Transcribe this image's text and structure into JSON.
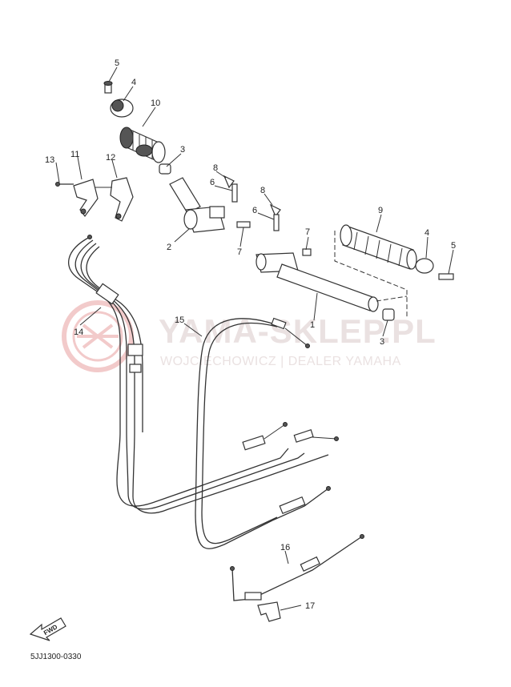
{
  "callouts": {
    "c1": "1",
    "c2": "2",
    "c3a": "3",
    "c3b": "3",
    "c4a": "4",
    "c4b": "4",
    "c5a": "5",
    "c5b": "5",
    "c6a": "6",
    "c6b": "6",
    "c7a": "7",
    "c7b": "7",
    "c8a": "8",
    "c8b": "8",
    "c9": "9",
    "c10": "10",
    "c11": "11",
    "c12": "12",
    "c13": "13",
    "c14": "14",
    "c15": "15",
    "c16": "16",
    "c17": "17"
  },
  "fwd_label": "FWD",
  "diagram_code": "5JJ1300-0330",
  "watermark": {
    "title": "YAMA-SKLEP.PL",
    "subtitle": "WOJCIECHOWICZ | DEALER YAMAHA",
    "color": "#e8b3b3"
  }
}
